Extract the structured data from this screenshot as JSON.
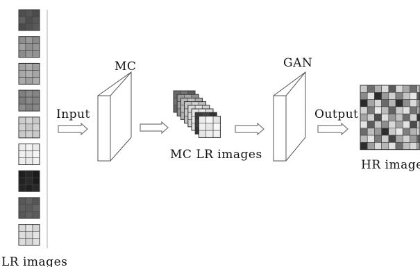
{
  "labels": {
    "lr_images": "LR images",
    "input": "Input",
    "mc": "MC",
    "mc_lr_images": "MC LR images",
    "gan": "GAN",
    "output": "Output",
    "hr_image": "HR image"
  },
  "colors": {
    "grid_line": "#444444",
    "separator": "#bbbbbb",
    "arrow_fill": "#ffffff",
    "arrow_stroke": "#777777",
    "block_face": "#ffffff",
    "block_stroke": "#555555"
  },
  "lr_tiles": [
    [
      "#4f4f4f",
      "#555555",
      "#4a4a4a",
      "#606060",
      "#4d4d4d",
      "#575757",
      "#4b4b4b",
      "#525252",
      "#5a5a5a"
    ],
    [
      "#8e8e8e",
      "#999999",
      "#8a8a8a",
      "#a0a0a0",
      "#909090",
      "#959595",
      "#8c8c8c",
      "#989898",
      "#939393"
    ],
    [
      "#a3a3a3",
      "#adadad",
      "#9f9f9f",
      "#a8a8a8",
      "#b0b0b0",
      "#a5a5a5",
      "#aaaaaa",
      "#a0a0a0",
      "#acacac"
    ],
    [
      "#7f7f7f",
      "#8a8a8a",
      "#858585",
      "#7c7c7c",
      "#888888",
      "#828282",
      "#8d8d8d",
      "#808080",
      "#868686"
    ],
    [
      "#cccccc",
      "#d4d4d4",
      "#c8c8c8",
      "#d0d0d0",
      "#c6c6c6",
      "#d2d2d2",
      "#cacaca",
      "#cfcfcf",
      "#c9c9c9"
    ],
    [
      "#ededed",
      "#f2f2f2",
      "#eaeaea",
      "#f0f0f0",
      "#ebebeb",
      "#f4f4f4",
      "#eeeeee",
      "#e9e9e9",
      "#f1f1f1"
    ],
    [
      "#1e1e1e",
      "#262626",
      "#1a1a1a",
      "#232323",
      "#2a2a2a",
      "#1c1c1c",
      "#252525",
      "#202020",
      "#282828"
    ],
    [
      "#585858",
      "#626262",
      "#555555",
      "#5e5e5e",
      "#5b5b5b",
      "#646464",
      "#575757",
      "#606060",
      "#5c5c5c"
    ],
    [
      "#dadada",
      "#e2e2e2",
      "#d6d6d6",
      "#dedede",
      "#d8d8d8",
      "#e4e4e4",
      "#dcdcdc",
      "#d4d4d4",
      "#e0e0e0"
    ]
  ],
  "mc_stack_tiles": [
    [
      "#6a6a6a",
      "#777777",
      "#5e5e5e",
      "#727272",
      "#6c6c6c",
      "#7a7a7a",
      "#656565",
      "#707070",
      "#747474"
    ],
    [
      "#9a9a9a",
      "#a5a5a5",
      "#8f8f8f",
      "#a0a0a0",
      "#969696",
      "#a8a8a8",
      "#939393",
      "#9d9d9d",
      "#a2a2a2"
    ],
    [
      "#b5b5b5",
      "#bfbfbf",
      "#adadad",
      "#bababa",
      "#b2b2b2",
      "#c2c2c2",
      "#afafaf",
      "#b8b8b8",
      "#bcbcbc"
    ],
    [
      "#c7c7c7",
      "#d0d0d0",
      "#c0c0c0",
      "#cbcbcb",
      "#c4c4c4",
      "#d3d3d3",
      "#c1c1c1",
      "#cacaca",
      "#cecece"
    ],
    [
      "#d8d8d8",
      "#e0e0e0",
      "#d2d2d2",
      "#dbdbdb",
      "#d5d5d5",
      "#e2e2e2",
      "#d3d3d3",
      "#dadada",
      "#dedede"
    ],
    [
      "#e6e6e6",
      "#ededed",
      "#e0e0e0",
      "#e9e9e9",
      "#e3e3e3",
      "#efefef",
      "#e1e1e1",
      "#e8e8e8",
      "#ebebeb"
    ],
    [
      "#3a3a3a",
      "#454545",
      "#303030",
      "#404040",
      "#383838",
      "#4a4a4a",
      "#353535",
      "#3e3e3e",
      "#434343"
    ],
    [
      "#ececec",
      "#f5f5f5",
      "#e4e4e4",
      "#efefef",
      "#e8e8e8",
      "#f7f7f7",
      "#e6e6e6",
      "#eeeeee",
      "#f2f2f2"
    ]
  ],
  "hr_grid": [
    [
      "#c8c8c8",
      "#6e6e6e",
      "#b0b0b0",
      "#dcdcdc",
      "#5a5a5a",
      "#d8d8d8",
      "#a8a8a8",
      "#707070",
      "#cfcfcf",
      "#4a4a4a"
    ],
    [
      "#8a8a8a",
      "#e2e2e2",
      "#2c2c2c",
      "#9a9a9a",
      "#d0d0d0",
      "#848484",
      "#c4c4c4",
      "#e6e6e6",
      "#5e5e5e",
      "#b8b8b8"
    ],
    [
      "#2a2a2a",
      "#a6a6a6",
      "#d6d6d6",
      "#6a6a6a",
      "#b4b4b4",
      "#2e2e2e",
      "#8e8e8e",
      "#dadada",
      "#a0a0a0",
      "#cccccc"
    ],
    [
      "#d2d2d2",
      "#7a7a7a",
      "#e8e8e8",
      "#bcbcbc",
      "#626262",
      "#cacaca",
      "#e0e0e0",
      "#747474",
      "#b2b2b2",
      "#8c8c8c"
    ],
    [
      "#a4a4a4",
      "#cecece",
      "#4e4e4e",
      "#dedede",
      "#989898",
      "#c2c2c2",
      "#6c6c6c",
      "#d4d4d4",
      "#343434",
      "#aaaaaa"
    ],
    [
      "#e4e4e4",
      "#5c5c5c",
      "#c6c6c6",
      "#8e8e8e",
      "#d8d8d8",
      "#a2a2a2",
      "#e2e2e2",
      "#4c4c4c",
      "#cecece",
      "#7e7e7e"
    ],
    [
      "#6c6c6c",
      "#bebebe",
      "#989898",
      "#2c2c2c",
      "#cbcbcb",
      "#e6e6e6",
      "#7e7e7e",
      "#b4b4b4",
      "#dcdcdc",
      "#c0c0c0"
    ],
    [
      "#bababa",
      "#e4e4e4",
      "#7a7a7a",
      "#cccccc",
      "#444444",
      "#a8a8a8",
      "#d2d2d2",
      "#9a9a9a",
      "#646464",
      "#e0e0e0"
    ],
    [
      "#2e2e2e",
      "#9e9e9e",
      "#dadada",
      "#b6b6b6",
      "#e2e2e2",
      "#707070",
      "#bebebe",
      "#d8d8d8",
      "#a6a6a6",
      "#545454"
    ]
  ]
}
